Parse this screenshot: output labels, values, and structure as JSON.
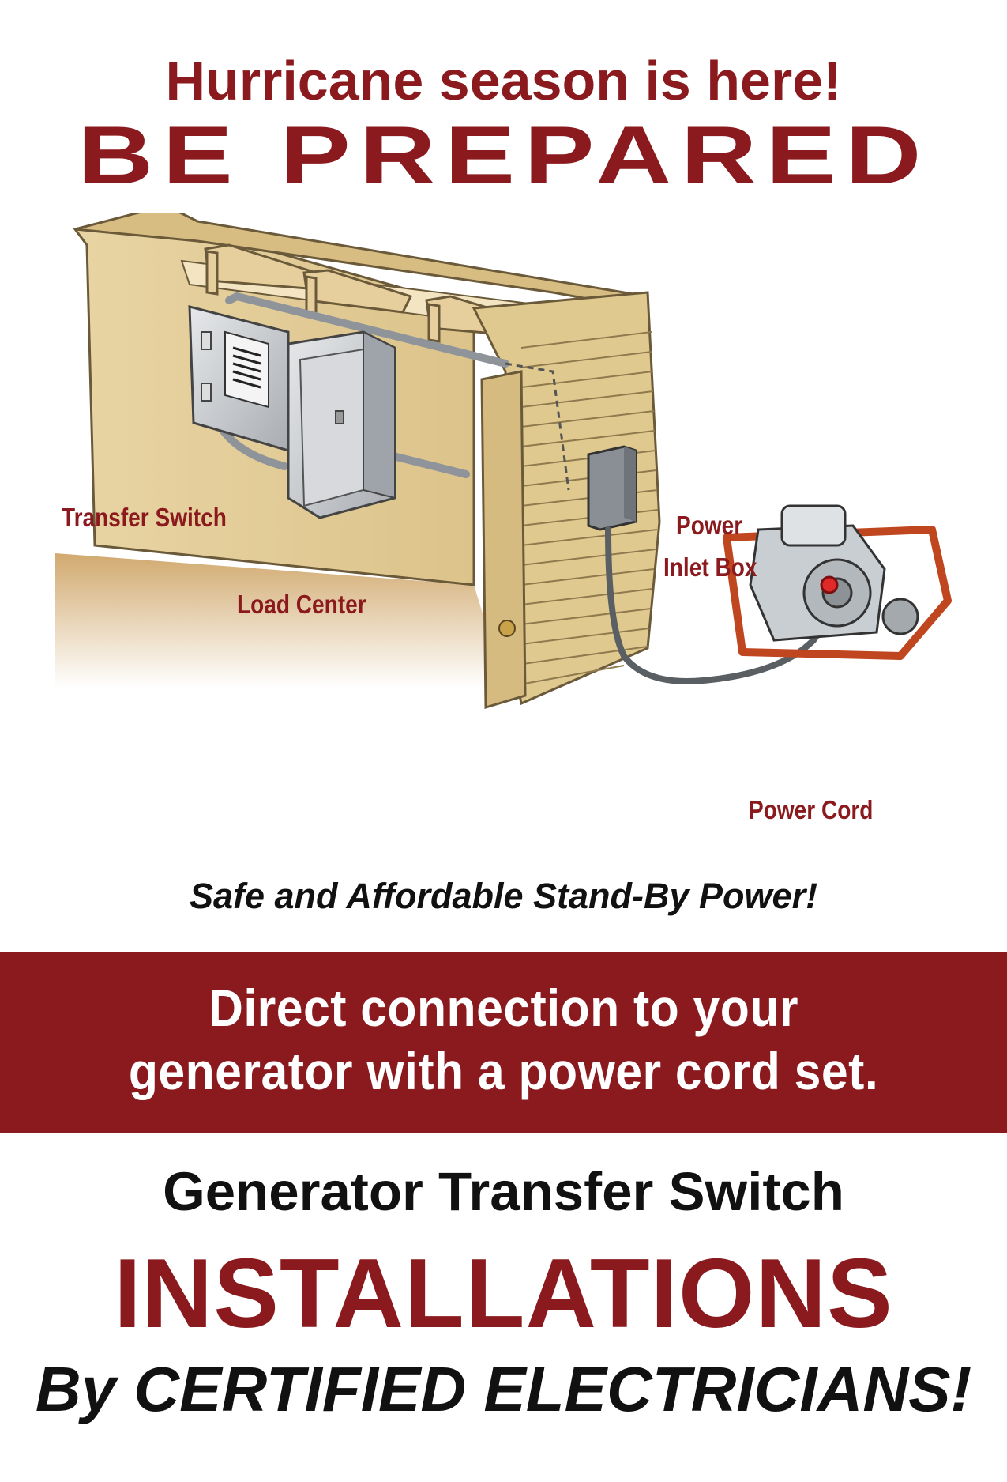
{
  "header": {
    "headline": "Hurricane season is here!",
    "subhead": "BE PREPARED"
  },
  "diagram": {
    "labels": {
      "transfer_switch": "Transfer Switch",
      "load_center": "Load Center",
      "power_inlet_line1": "Power",
      "power_inlet_line2": "Inlet Box",
      "power_cord": "Power Cord"
    }
  },
  "tagline": "Safe and Affordable Stand-By Power!",
  "banner": {
    "line1": "Direct connection to your",
    "line2": "generator with a power cord set."
  },
  "service": {
    "title": "Generator Transfer Switch",
    "emphasis": "INSTALLATIONS",
    "byline": "By CERTIFIED ELECTRICIANS!"
  },
  "colors": {
    "brand_red": "#8b1a1e",
    "text_dark": "#111111"
  }
}
